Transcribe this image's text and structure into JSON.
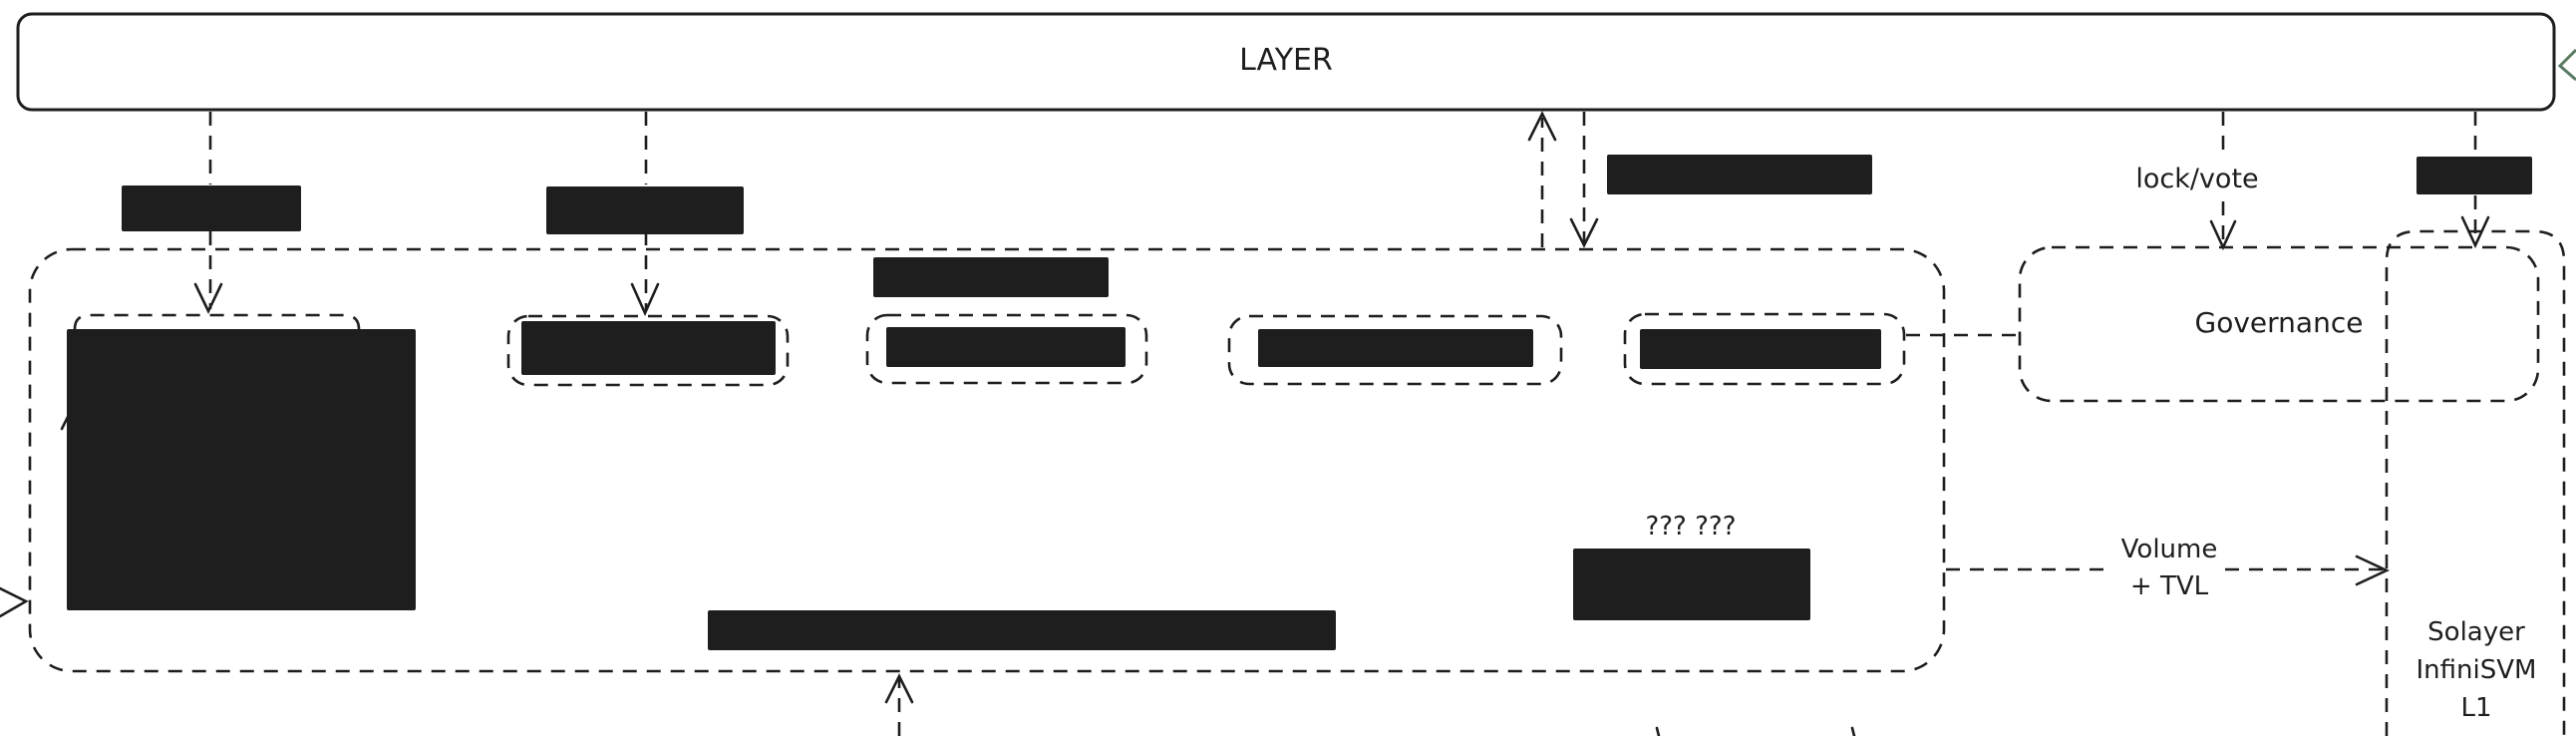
{
  "diagram": {
    "layer_title": "LAYER",
    "lock_vote_label": "lock/vote",
    "governance_label": "Governance",
    "unknown_label": "??? ???",
    "volume_label_line1": "Volume",
    "volume_label_line2": "+ TVL",
    "solayer_line1": "Solayer",
    "solayer_line2": "InfiniSVM",
    "solayer_line3": "L1"
  },
  "colors": {
    "ink": "#1e1e1e",
    "background": "#ffffff",
    "accent_arrow": "#5a7a64"
  }
}
